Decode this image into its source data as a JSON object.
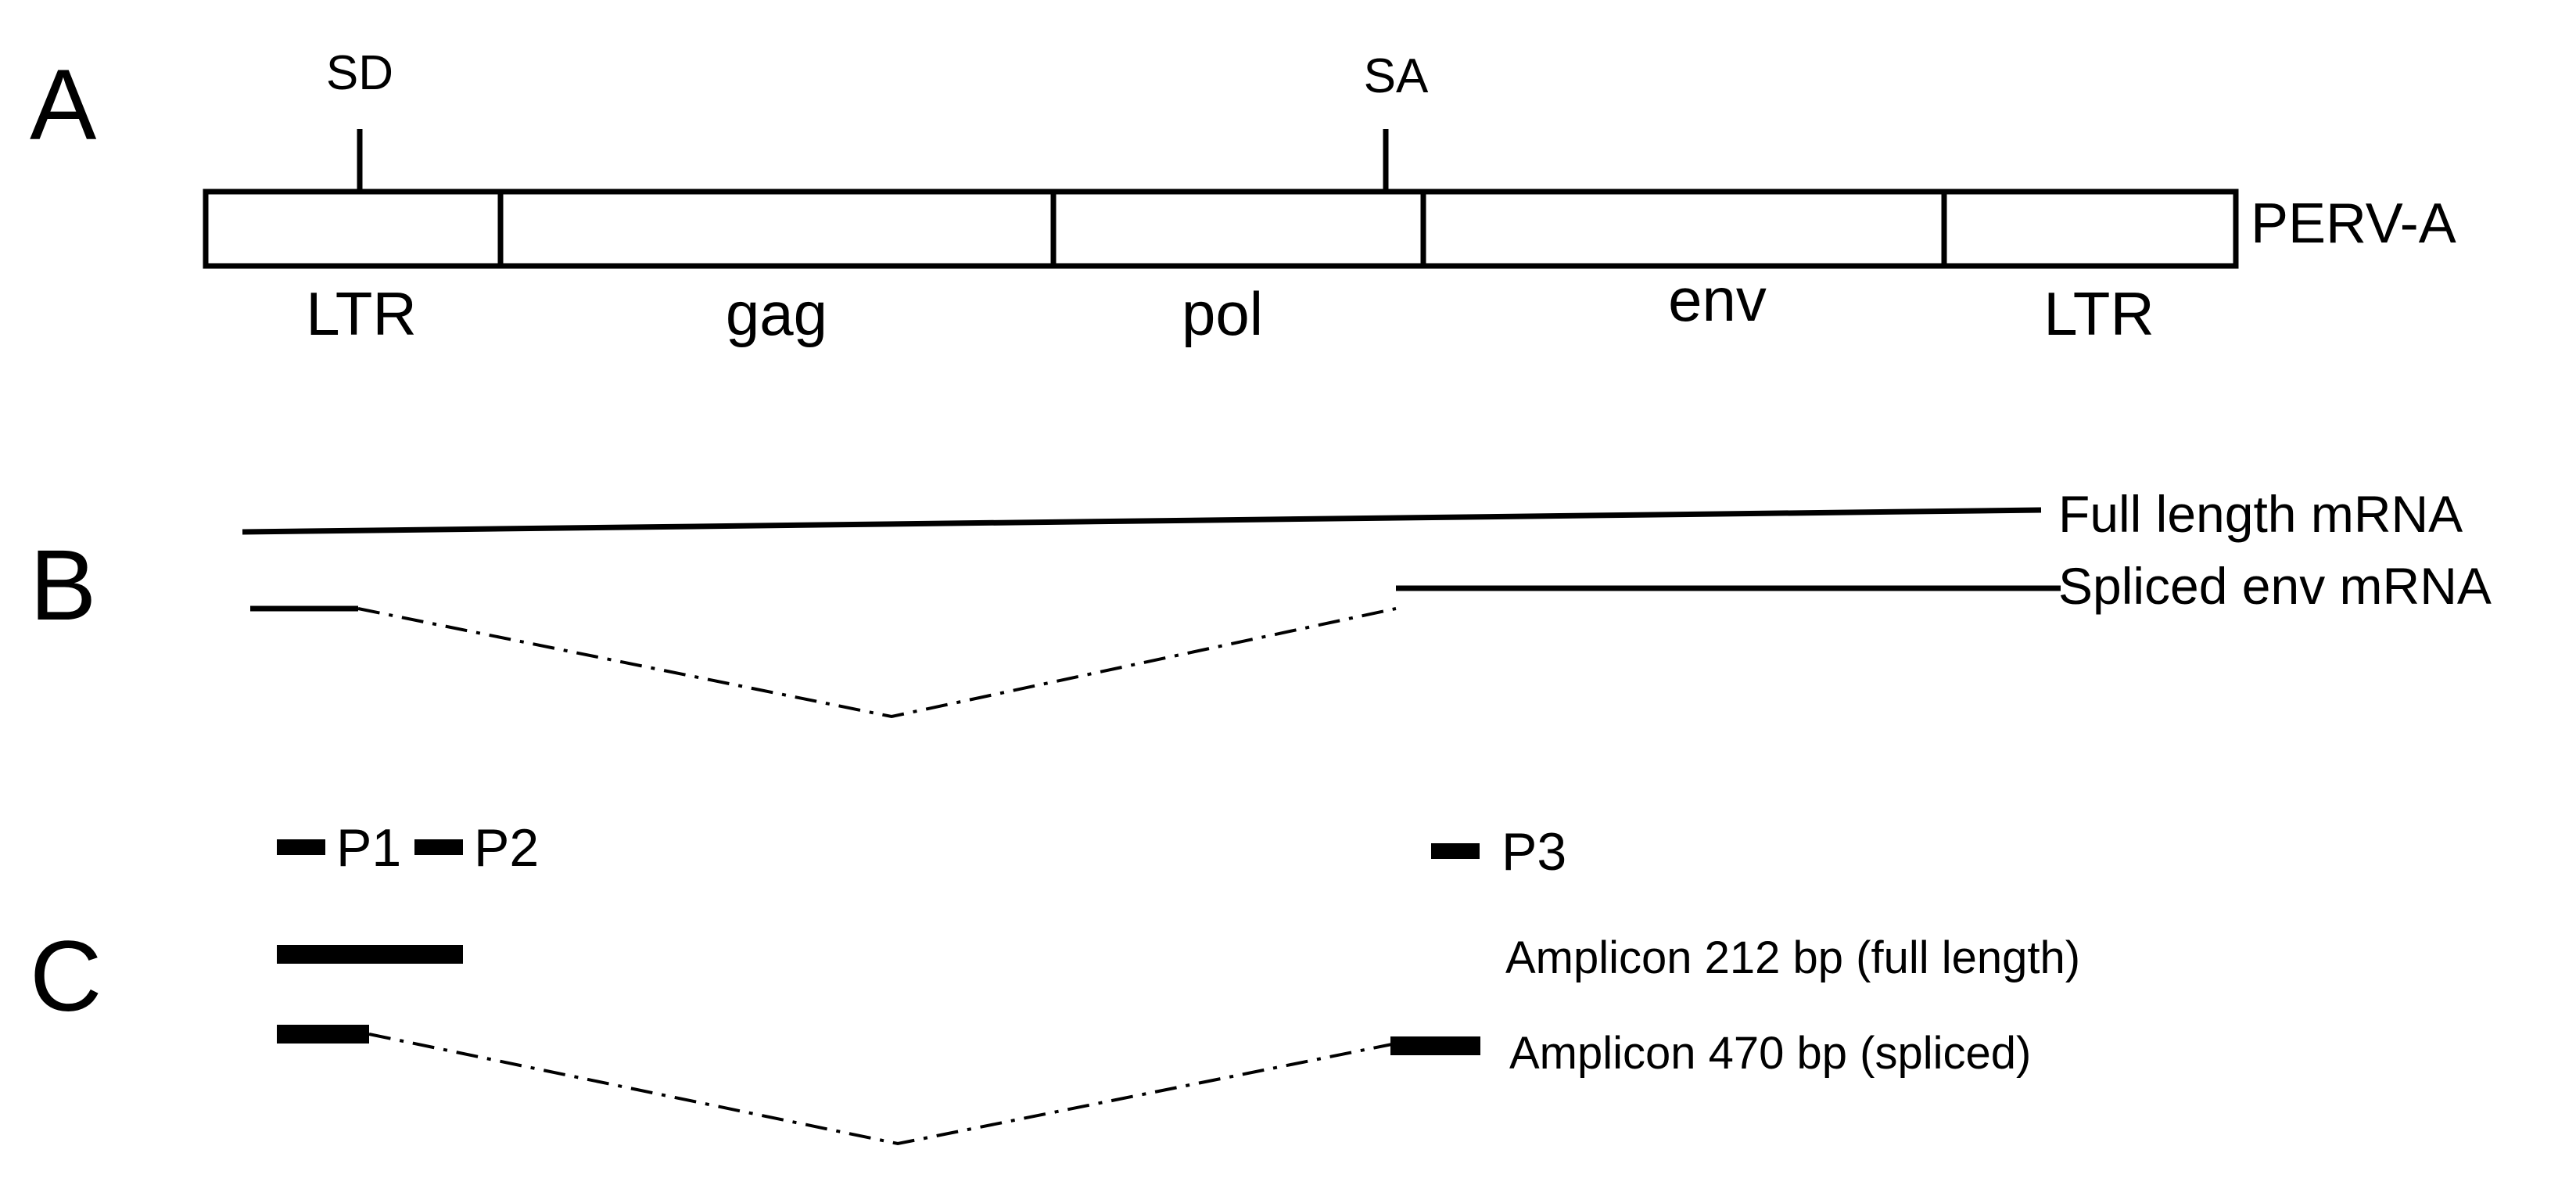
{
  "panels": {
    "a": "A",
    "b": "B",
    "c": "C"
  },
  "panel_a": {
    "genome_name": "PERV-A",
    "segments": [
      "LTR",
      "gag",
      "pol",
      "env",
      "LTR"
    ],
    "sites": {
      "splice_donor": "SD",
      "splice_acceptor": "SA"
    }
  },
  "panel_b": {
    "full_length_label": "Full length mRNA",
    "spliced_label": "Spliced env mRNA"
  },
  "panel_c": {
    "primers": [
      "P1",
      "P2",
      "P3"
    ],
    "amplicon_full": "Amplicon 212 bp (full length)",
    "amplicon_spliced": "Amplicon 470 bp (spliced)"
  }
}
